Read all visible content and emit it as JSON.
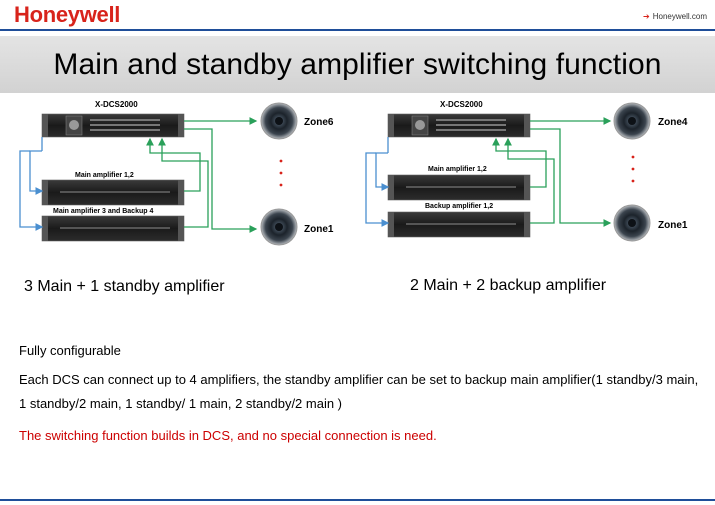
{
  "header": {
    "logo_text": "Honeywell",
    "link_text": "Honeywell.com"
  },
  "title": "Main and standby amplifier switching function",
  "diagram_left": {
    "device_label": "X-DCS2000",
    "amp1_label": "Main amplifier 1,2",
    "amp2_label": "Main amplifier 3 and Backup 4",
    "zone_top": "Zone6",
    "zone_bottom": "Zone1",
    "caption": "3 Main + 1 standby amplifier"
  },
  "diagram_right": {
    "device_label": "X-DCS2000",
    "amp1_label": "Main amplifier 1,2",
    "amp2_label": "Backup amplifier 1,2",
    "zone_top": "Zone4",
    "zone_bottom": "Zone1",
    "caption": "2 Main + 2 backup amplifier"
  },
  "body": {
    "line1": "Fully configurable",
    "line2": "Each DCS can connect  up to 4 amplifiers, the standby amplifier can be set to backup main amplifier(1 standby/3 main, 1 standby/2 main, 1 standby/ 1 main, 2 standby/2 main )",
    "line3": "The switching function builds in DCS, and no special connection is need."
  },
  "colors": {
    "brand_red": "#d8231b",
    "rule_blue": "#1f4e99",
    "green_wire": "#2aa05a",
    "blue_wire": "#4a8fd0",
    "highlight_red": "#cc0000"
  }
}
